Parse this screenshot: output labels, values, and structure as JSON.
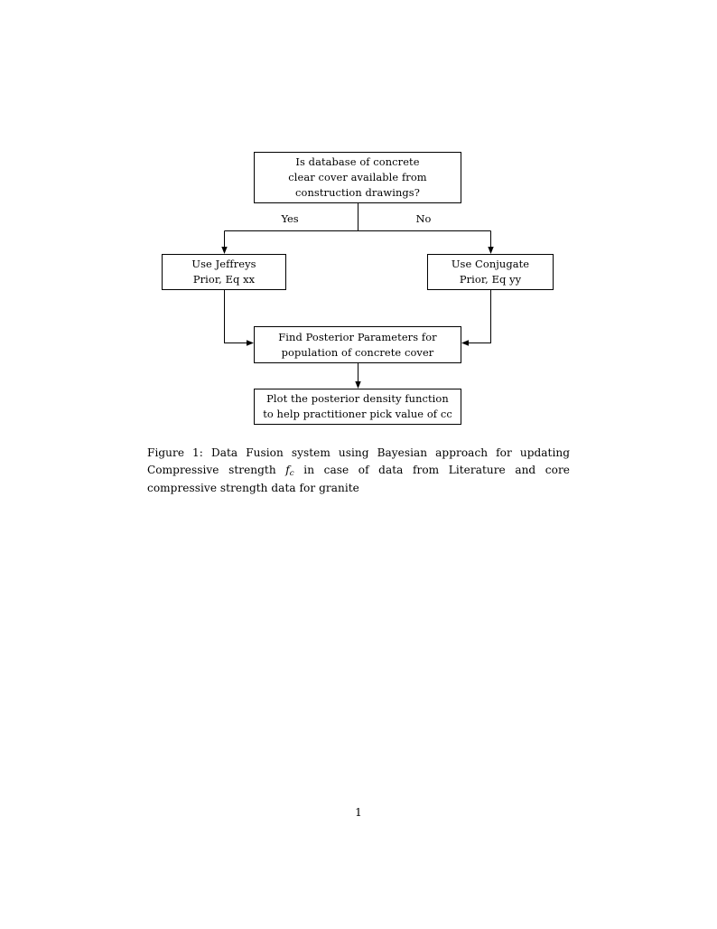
{
  "document": {
    "page_number": "1"
  },
  "figure": {
    "nodes": {
      "question": {
        "lines": [
          "Is database of concrete",
          "clear cover available from",
          "construction drawings?"
        ]
      },
      "jeffreys": {
        "lines": [
          "Use Jeffreys",
          "Prior, Eq xx"
        ]
      },
      "conjugate": {
        "lines": [
          "Use Conjugate",
          "Prior, Eq yy"
        ]
      },
      "posterior": {
        "lines": [
          "Find Posterior Parameters for",
          "population of concrete cover"
        ]
      },
      "plot": {
        "lines": [
          "Plot the posterior density function",
          "to help practitioner pick value of cc"
        ]
      }
    },
    "branches": {
      "yes_label": "Yes",
      "no_label": "No"
    },
    "caption": {
      "label": "Figure 1:",
      "text_before_math": "Data Fusion system using Bayesian approach for updating Compressive strength",
      "math_base": "f",
      "math_sub": "c",
      "text_after_math": "in case of data from Literature and core compressive strength data for granite"
    }
  },
  "colors": {
    "ink": "#000000",
    "paper": "#ffffff"
  }
}
